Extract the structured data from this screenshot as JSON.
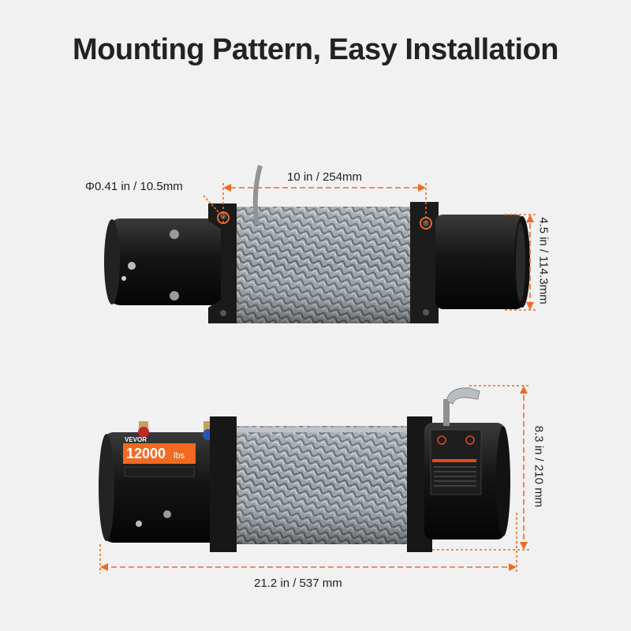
{
  "page": {
    "title": "Mounting Pattern, Easy  Installation",
    "accent_color": "#f26a21"
  },
  "top_view": {
    "bolt_hole_label": "Φ0.41 in / 10.5mm",
    "bolt_spacing_label": "10 in / 254mm",
    "height_label": "4.5 in / 114.3mm"
  },
  "front_view": {
    "height_label": "8.3 in / 210 mm",
    "length_label": "21.2 in / 537 mm",
    "brand": "VEVOR",
    "capacity": "12000",
    "capacity_unit": "lbs"
  }
}
